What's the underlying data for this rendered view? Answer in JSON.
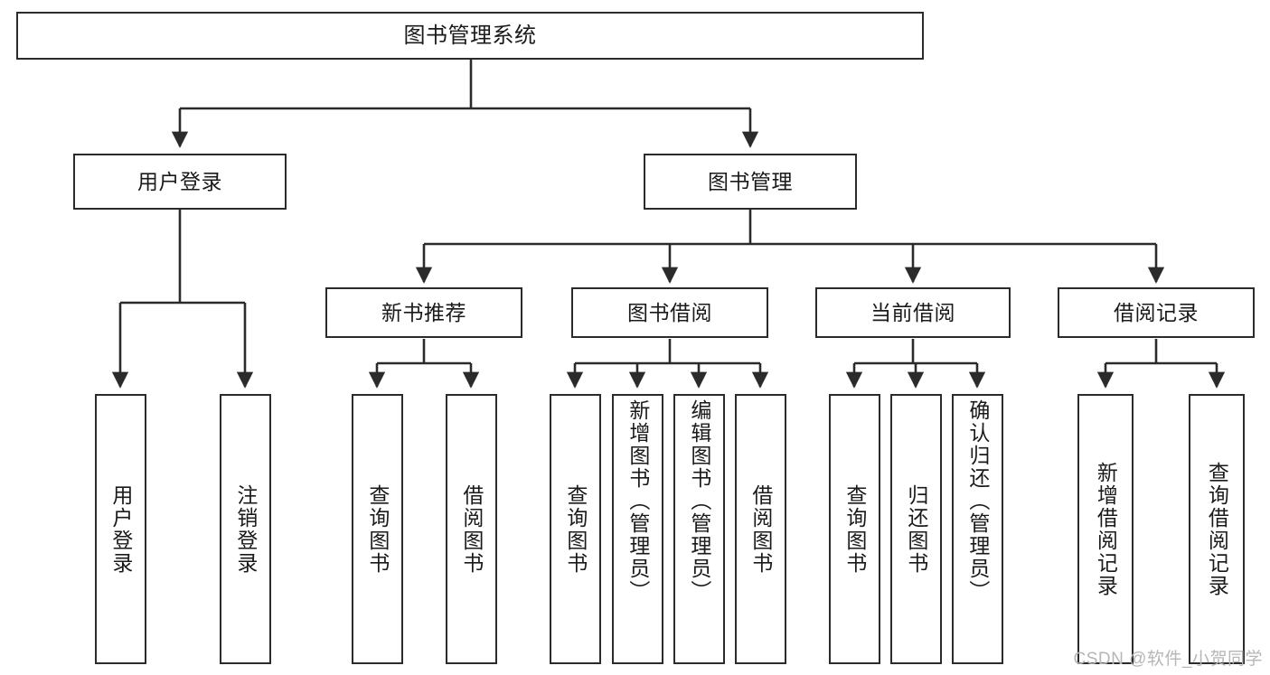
{
  "diagram": {
    "type": "tree-hierarchy",
    "title": "图书管理系统",
    "root": {
      "id": "root",
      "label": "图书管理系统"
    },
    "level2": [
      {
        "id": "user-login",
        "label": "用户登录"
      },
      {
        "id": "book-manage",
        "label": "图书管理"
      }
    ],
    "level3": [
      {
        "id": "new-book-rec",
        "label": "新书推荐",
        "parent": "book-manage"
      },
      {
        "id": "book-borrow",
        "label": "图书借阅",
        "parent": "book-manage"
      },
      {
        "id": "current-borrow",
        "label": "当前借阅",
        "parent": "book-manage"
      },
      {
        "id": "borrow-record",
        "label": "借阅记录",
        "parent": "book-manage"
      }
    ],
    "leaves": {
      "user-login": [
        {
          "id": "leaf-user-login",
          "label": "用户登录"
        },
        {
          "id": "leaf-user-logout",
          "label": "注销登录"
        }
      ],
      "new-book-rec": [
        {
          "id": "leaf-query-book-1",
          "label": "查询图书"
        },
        {
          "id": "leaf-borrow-book-1",
          "label": "借阅图书"
        }
      ],
      "book-borrow": [
        {
          "id": "leaf-query-book-2",
          "label": "查询图书"
        },
        {
          "id": "leaf-add-book",
          "label": "新增图书（管理员）"
        },
        {
          "id": "leaf-edit-book",
          "label": "编辑图书（管理员）"
        },
        {
          "id": "leaf-borrow-book-2",
          "label": "借阅图书"
        }
      ],
      "current-borrow": [
        {
          "id": "leaf-query-book-3",
          "label": "查询图书"
        },
        {
          "id": "leaf-return-book",
          "label": "归还图书"
        },
        {
          "id": "leaf-confirm-return",
          "label": "确认归还（管理员）"
        }
      ],
      "borrow-record": [
        {
          "id": "leaf-add-record",
          "label": "新增借阅记录"
        },
        {
          "id": "leaf-query-record",
          "label": "查询借阅记录"
        }
      ]
    }
  },
  "watermark": {
    "text": "CSDN @软件_小贺同学"
  },
  "colors": {
    "stroke": "#2b2b2b",
    "background": "#ffffff",
    "text": "#1a1a1a",
    "watermark": "#b6b6b6"
  }
}
